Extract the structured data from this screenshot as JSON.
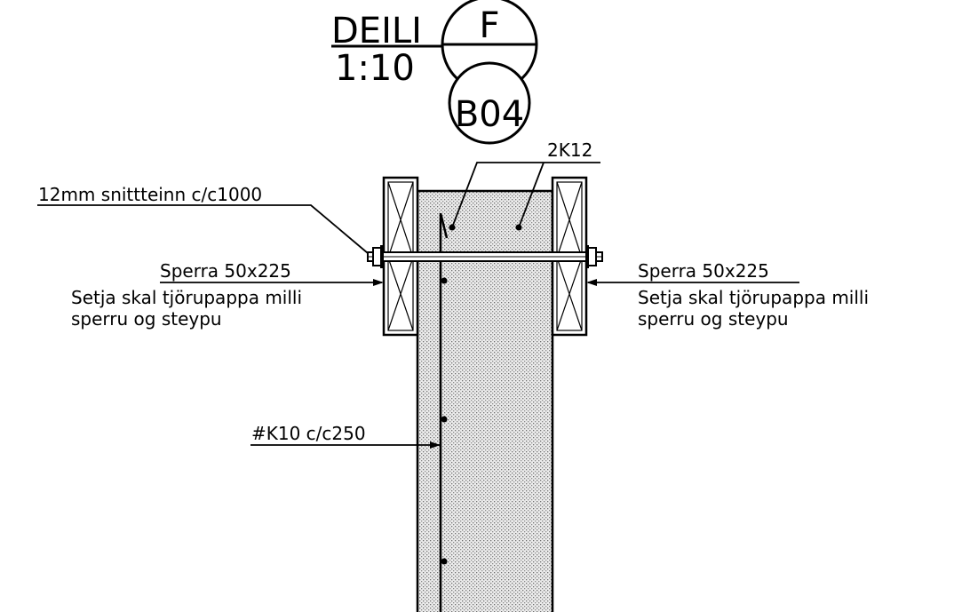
{
  "detail": {
    "title": "DEILI",
    "scale": "1:10",
    "detail_id": "F",
    "sheet_ref": "B04"
  },
  "annotations": {
    "top_rebar": "2K12",
    "bolt": "12mm snittteinn c/c1000",
    "left_rafter_title": "Sperra 50x225",
    "left_rafter_note_1": "Setja skal tjörupappa milli",
    "left_rafter_note_2": "sperru og steypu",
    "right_rafter_title": "Sperra 50x225",
    "right_rafter_note_1": "Setja skal tjörupappa milli",
    "right_rafter_note_2": "sperru og steypu",
    "mesh": "#K10 c/c250"
  },
  "colors": {
    "ink": "#000000",
    "concrete_fill": "#d9d9d9"
  }
}
